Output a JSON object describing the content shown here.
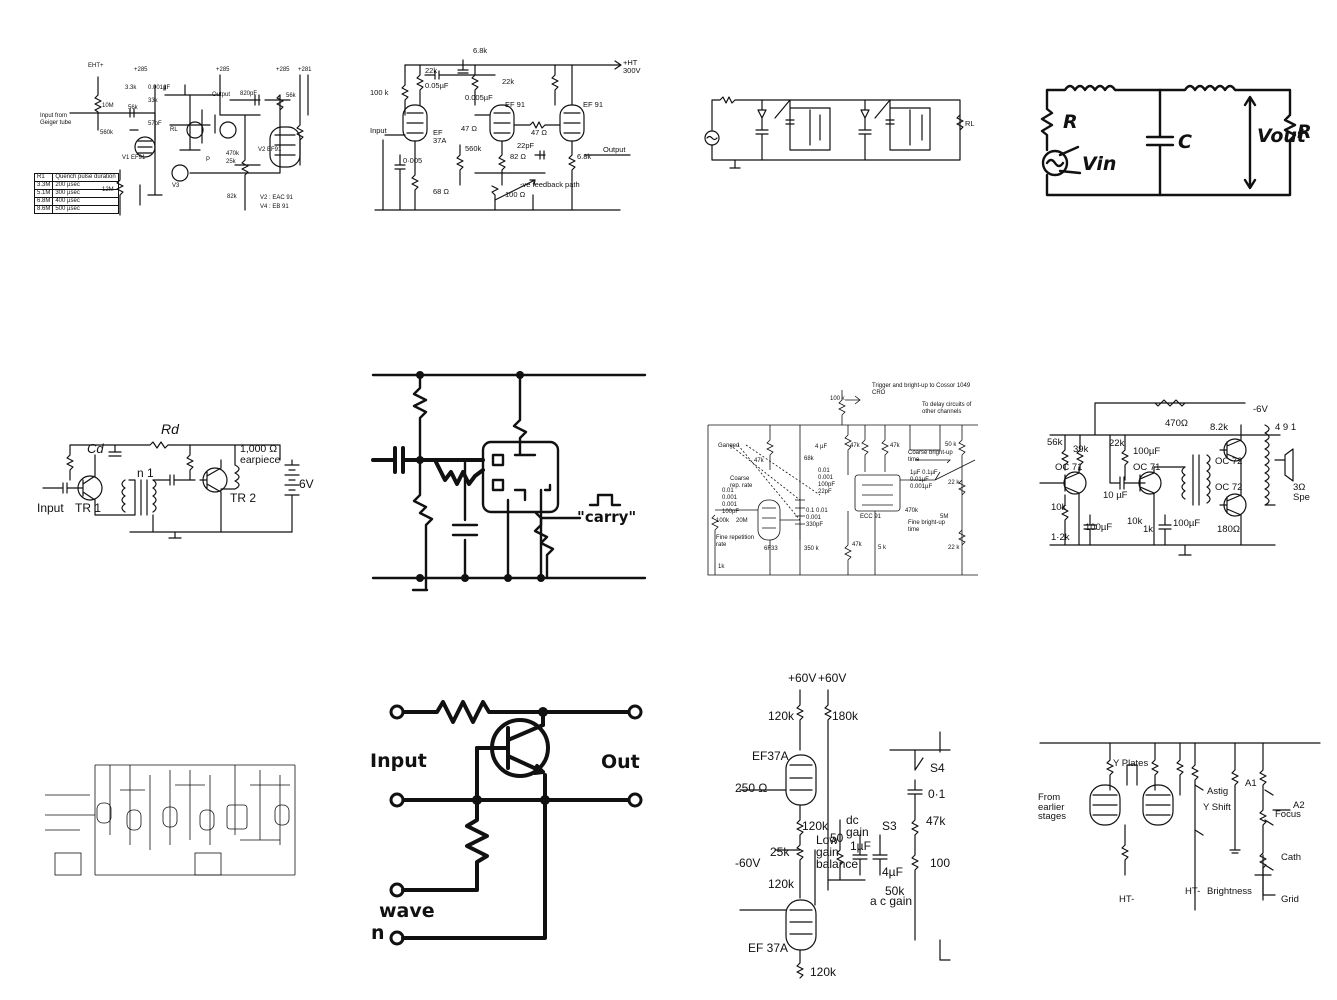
{
  "panels": {
    "geiger_quench": {
      "labels": {
        "eht": "EHT+",
        "p285a": "+285",
        "p285b": "+285",
        "p285c": "+285",
        "p281": "+281",
        "r33k": "3.3k",
        "c001": "0.001µF",
        "r33k2": "33k",
        "output": "Output",
        "r10m": "10M",
        "r56k": "56k",
        "c57p": "57pF",
        "input": "Input from Geiger tube",
        "r560k": "560k",
        "r12m": "12M",
        "v1": "V1 EF91",
        "v2": "V2 EF91",
        "v3": "V3",
        "r470k": "470k",
        "r25k": "25k",
        "r82k": "82k",
        "c820": "820pF",
        "r56k2": "56k",
        "v2note": "V2 : EAC 91",
        "v4note": "V4 : EB 91",
        "rl": "RL",
        "p": "P"
      },
      "table": {
        "headers": [
          "R1",
          "Quench pulse duration"
        ],
        "rows": [
          [
            "3.3M",
            "200 µsec"
          ],
          [
            "5.1M",
            "300 µsec"
          ],
          [
            "6.8M",
            "400 µsec"
          ],
          [
            "8.6M",
            "500 µsec"
          ]
        ]
      }
    },
    "ef91_amp": {
      "labels": {
        "r68k": "6.8k",
        "ht": "+HT 300V",
        "r22k": "22k",
        "c005": "0.05µF",
        "r22k2": "22k",
        "c0005": "0.005µF",
        "r100k": "100 k",
        "ef91a": "EF 91",
        "ef91b": "EF 91",
        "input": "Input",
        "ef37a": "EF 37A",
        "r47": "47 Ω",
        "r47b": "47 Ω",
        "r560k": "560k",
        "c22p": "22pF",
        "r82": "82 Ω",
        "r68k2": "6.8k",
        "output": "Output",
        "c0005b": "0·005",
        "r68": "68 Ω",
        "feedback": "-ve feedback path",
        "r100": "100 Ω"
      }
    },
    "rlc_ladder": {
      "labels": {
        "rl": "RL"
      }
    },
    "rc_filter": {
      "labels": {
        "r": "R",
        "c": "C",
        "vout": "Vout",
        "r2": "R",
        "vin": "Vin"
      }
    },
    "two_stage_audio": {
      "labels": {
        "rd": "Rd",
        "cd": "Cd",
        "earpiece": "1,000 Ω earpiece",
        "n1": "n 1",
        "input": "Input",
        "tr1": "TR 1",
        "tr2": "TR 2",
        "v6": "6V"
      }
    },
    "carry_stage": {
      "labels": {
        "carry": "\"carry\""
      }
    },
    "timebase": {
      "labels": {
        "trigger": "Trigger and bright-up to Cossor 1049 CRO",
        "r100k": "100 k",
        "delay": "To delay circuits of other channels",
        "ganged": "Ganged",
        "coarse_rep": "Coarse rep. rate",
        "fine_rep": "Fine repetition rate",
        "r100k2": "100k",
        "r20m": "20M",
        "r1k": "1k",
        "ef33": "6F33",
        "ecc91": "ECC 91",
        "r47k": "47k",
        "r68k": "68k",
        "r47k2": "47k",
        "r47k3": "47k",
        "r47k4": "47k",
        "c4u": "4 µF",
        "coarse_bright": "Coarse bright-up time",
        "fine_bright": "Fine bright-up time",
        "r50k": "50 k",
        "r22k": "22 k",
        "r22k2": "22 k",
        "r5m": "5M",
        "r470k": "470k",
        "r350k": "350 k",
        "r5k": "5 k",
        "caps_a": "0.01 0.001 0.001 100pF",
        "caps_b": "0.1 0.01 0.001 330pF",
        "caps_c": "0.01 0.001 100pF 22pF",
        "caps_d": "1µF 0.1µF 0.01µF 0.001µF"
      }
    },
    "push_pull": {
      "labels": {
        "v6": "-6V",
        "r470": "470Ω",
        "r56k": "56k",
        "r39k": "39k",
        "r22k": "22k",
        "r82k": "8.2k",
        "ratio": "4 9 1",
        "oc71a": "OC 71",
        "oc71b": "OC 71",
        "oc72a": "OC 72",
        "oc72b": "OC 72",
        "c100a": "100µF",
        "c10": "10 µF",
        "c100b": "100µF",
        "c100c": "100µF",
        "r10k": "10k",
        "r10k2": "10k",
        "r12k": "1·2k",
        "r1k": "1k",
        "r180": "180Ω",
        "speaker": "3Ω Spe"
      }
    },
    "tiny_schematic": {
      "labels": {}
    },
    "transistor_wave": {
      "labels": {
        "input": "Input",
        "output": "Out",
        "wave": "wave",
        "n": "n"
      }
    },
    "ef37a_dc": {
      "labels": {
        "v60a": "+60V",
        "v60b": "+60V",
        "r120k": "120k",
        "r180k": "180k",
        "ef37a": "EF37A",
        "r250": "250 Ω",
        "s4": "S4",
        "c01": "0·1",
        "r47k": "47k",
        "dc_gain": "dc gain",
        "s3": "S3",
        "c1u": "1µF",
        "c4u": "4µF",
        "r120k2": "120k",
        "r25k": "25k",
        "v60c": "-60V",
        "low_gain": "Low gain balance",
        "r50k": "50",
        "r50k2": "50k",
        "ac_gain": "a c gain",
        "r100": "100",
        "r120k3": "120k",
        "ef37a2": "EF 37A",
        "r120k4": "120k"
      }
    },
    "crt_controls": {
      "labels": {
        "yplates": "Y Plates",
        "from": "From earlier stages",
        "astig": "Astig",
        "a1": "A1",
        "a2": "A2",
        "yshift": "Y Shift",
        "focus": "Focus",
        "cath": "Cath",
        "ht": "HT-",
        "ht2": "HT-",
        "brightness": "Brightness",
        "grid": "Grid"
      }
    }
  }
}
